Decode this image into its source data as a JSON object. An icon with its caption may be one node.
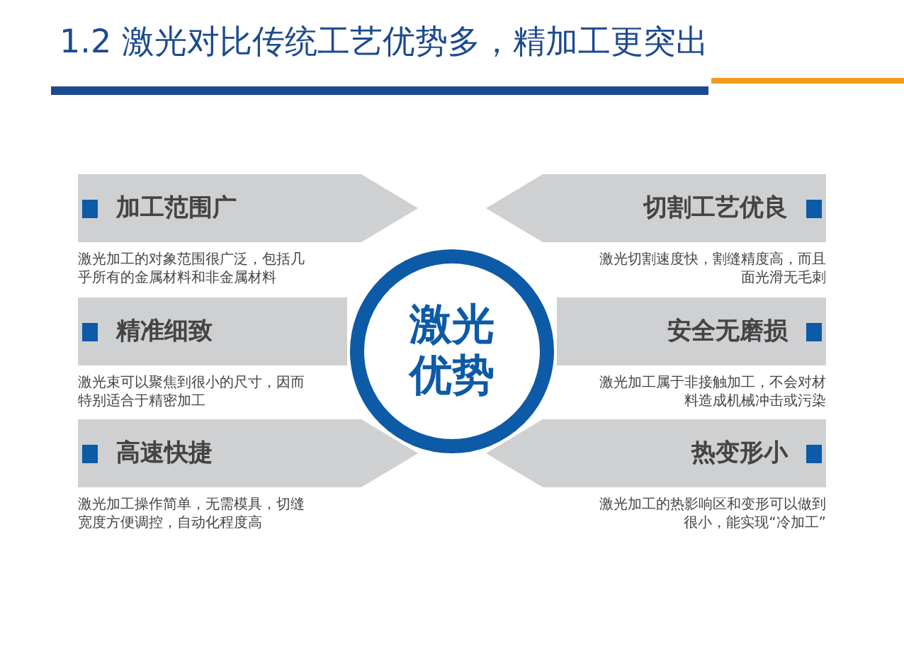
{
  "diagram": {
    "title": "1.2 激光对比传统工艺优势多，精加工更突出",
    "nodes": [
      {
        "text": [
          "激光优势"
        ]
      },
      {
        "text": [
          "加工范围广"
        ],
        "beside": [
          "激光加工的对象范围很广泛，包括几乎所有的金属材料和非金属材料"
        ]
      },
      {
        "text": [
          "切割工艺优良"
        ],
        "beside": [
          "激光切割速度快，割缝精度高，而且面光滑无毛刺"
        ]
      },
      {
        "text": [
          "精准细致"
        ],
        "beside": [
          "激光束可以聚焦到很小的尺寸，因而特别适合于精密加工"
        ]
      },
      {
        "text": [
          "安全无磨损"
        ],
        "beside": [
          "激光加工属于非接触加工，不会对材料造成机械冲击或污染"
        ]
      },
      {
        "text": [
          "高速快捷"
        ],
        "beside": [
          "激光加工操作简单，无需模具，切缝宽度方便调控，自动化程度高"
        ]
      },
      {
        "text": [
          "热变形小"
        ],
        "beside": [
          "激光加工的热影响区和变形可以做到很小，能实现“冷加工”"
        ]
      }
    ]
  }
}
